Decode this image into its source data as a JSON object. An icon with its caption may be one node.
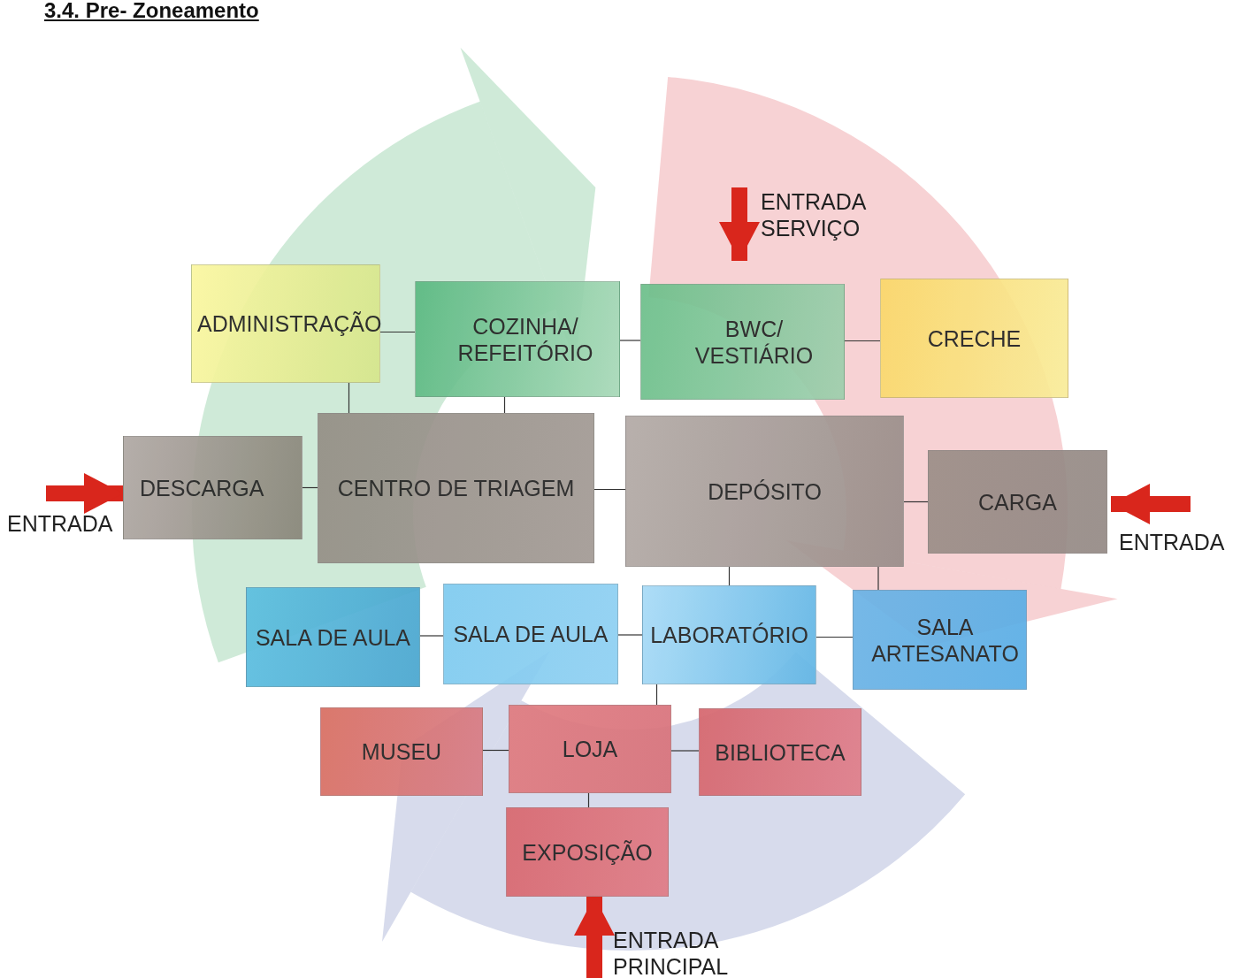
{
  "diagram": {
    "title": "3.4. Pre- Zoneamento",
    "nodes": [
      {
        "text": [
          "ADMINISTRAÇÃO"
        ]
      },
      {
        "text": [
          "COZINHA/ REFEITÓRIO"
        ]
      },
      {
        "text": [
          "BWC/ VESTIÁRIO"
        ]
      },
      {
        "text": [
          "CRECHE"
        ]
      },
      {
        "text": [
          "DESCARGA"
        ]
      },
      {
        "text": [
          "CENTRO DE TRIAGEM"
        ]
      },
      {
        "text": [
          "DEPÓSITO"
        ]
      },
      {
        "text": [
          "CARGA"
        ]
      },
      {
        "text": [
          "SALA DE AULA"
        ]
      },
      {
        "text": [
          "SALA DE AULA"
        ]
      },
      {
        "text": [
          "LABORATÓRIO"
        ]
      },
      {
        "text": [
          "SALA ARTESANATO"
        ]
      },
      {
        "text": [
          "MUSEU"
        ]
      },
      {
        "text": [
          "LOJA"
        ]
      },
      {
        "text": [
          "BIBLIOTECA"
        ]
      },
      {
        "text": [
          "EXPOSIÇÃO"
        ]
      }
    ],
    "edges": [
      {
        "from": 0,
        "to": 1,
        "arrow": "none"
      },
      {
        "from": 1,
        "to": 2,
        "arrow": "none"
      },
      {
        "from": 2,
        "to": 3,
        "arrow": "none"
      },
      {
        "from": 0,
        "to": 5,
        "arrow": "none"
      },
      {
        "from": 1,
        "to": 5,
        "arrow": "none"
      },
      {
        "from": 4,
        "to": 5,
        "arrow": "none"
      },
      {
        "from": 5,
        "to": 6,
        "arrow": "none"
      },
      {
        "from": 6,
        "to": 7,
        "arrow": "none"
      },
      {
        "from": 6,
        "to": 10,
        "arrow": "none"
      },
      {
        "from": 6,
        "to": 11,
        "arrow": "none"
      },
      {
        "from": 8,
        "to": 9,
        "arrow": "none"
      },
      {
        "from": 9,
        "to": 10,
        "arrow": "none"
      },
      {
        "from": 10,
        "to": 11,
        "arrow": "none"
      },
      {
        "from": 10,
        "to": 13,
        "arrow": "none"
      },
      {
        "from": 12,
        "to": 13,
        "arrow": "none"
      },
      {
        "from": 13,
        "to": 14,
        "arrow": "none"
      },
      {
        "from": 13,
        "to": 15,
        "arrow": "none"
      },
      {
        "from": null,
        "to": 2,
        "arrow": "to",
        "style": "thick",
        "color": "#d9261c"
      },
      {
        "from": null,
        "to": 4,
        "arrow": "to",
        "style": "thick",
        "color": "#d9261c"
      },
      {
        "from": null,
        "to": 7,
        "arrow": "to",
        "style": "thick",
        "color": "#d9261c"
      },
      {
        "from": null,
        "to": 15,
        "arrow": "to",
        "style": "thick",
        "color": "#d9261c"
      }
    ],
    "labels": [
      "ENTRADA SERVIÇO",
      "ENTRADA",
      "ENTRADA",
      "ENTRADA PRINCIPAL"
    ]
  }
}
